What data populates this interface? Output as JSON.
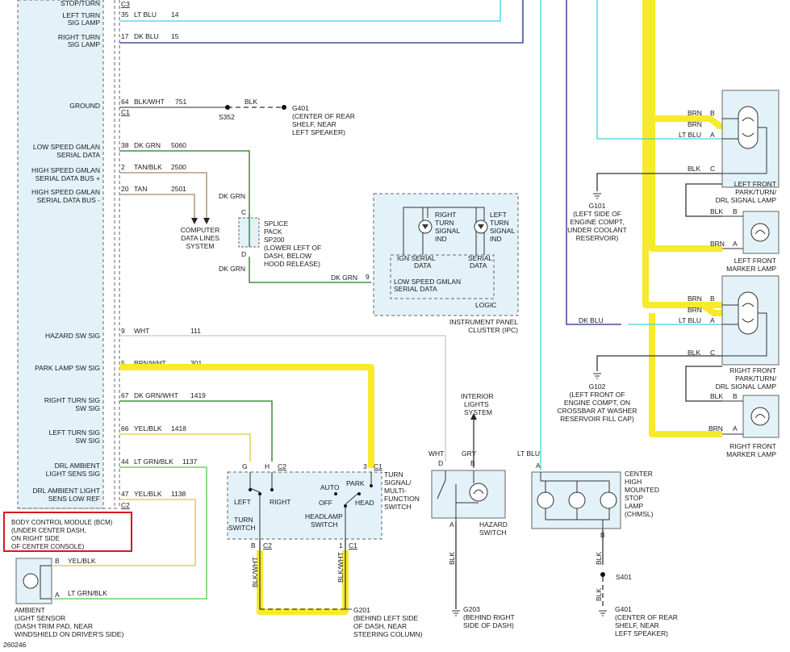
{
  "diagram_id": "260246",
  "bcm": {
    "lines": [
      "BODY CONTROL MODULE (BCM)",
      "(UNDER CENTER DASH,",
      "ON RIGHT SIDE",
      "OF CENTER CONSOLE)"
    ],
    "pins": [
      {
        "label1": "STOP/TURN",
        "label2": "",
        "pin": "",
        "color": "",
        "circuit": ""
      },
      {
        "label1": "LEFT TURN",
        "label2": "SIG LAMP",
        "pin": "35",
        "color": "LT BLU",
        "circuit": "14"
      },
      {
        "label1": "RIGHT TURN",
        "label2": "SIG LAMP",
        "pin": "17",
        "color": "DK BLU",
        "circuit": "15"
      },
      {
        "label1": "GROUND",
        "label2": "",
        "pin": "64",
        "color": "BLK/WHT",
        "circuit": "751"
      },
      {
        "label1": "LOW SPEED GMLAN",
        "label2": "SERIAL DATA",
        "pin": "38",
        "color": "DK GRN",
        "circuit": "5060"
      },
      {
        "label1": "HIGH SPEED GMLAN",
        "label2": "SERIAL DATA BUS +",
        "pin": "2",
        "color": "TAN/BLK",
        "circuit": "2500"
      },
      {
        "label1": "HIGH SPEED GMLAN",
        "label2": "SERIAL DATA BUS -",
        "pin": "20",
        "color": "TAN",
        "circuit": "2501"
      },
      {
        "label1": "HAZARD SW SIG",
        "label2": "",
        "pin": "9",
        "color": "WHT",
        "circuit": "111"
      },
      {
        "label1": "PARK LAMP SW SIG",
        "label2": "",
        "pin": "5",
        "color": "BRN/WHT",
        "circuit": "301"
      },
      {
        "label1": "RIGHT TURN SIG",
        "label2": "SW SIG",
        "pin": "67",
        "color": "DK GRN/WHT",
        "circuit": "1419"
      },
      {
        "label1": "LEFT TURN SIG",
        "label2": "SW SIG",
        "pin": "66",
        "color": "YEL/BLK",
        "circuit": "1418"
      },
      {
        "label1": "DRL AMBIENT",
        "label2": "LIGHT SENS SIG",
        "pin": "44",
        "color": "LT GRN/BLK",
        "circuit": "1137"
      },
      {
        "label1": "DRL AMBIENT LIGHT",
        "label2": "SENS LOW REF",
        "pin": "47",
        "color": "YEL/BLK",
        "circuit": "1138"
      }
    ],
    "connectors": [
      "C3",
      "C1",
      "C2"
    ]
  },
  "ground_top": {
    "wire_color": "BLK",
    "splice": "S352",
    "ground": "G401",
    "desc": [
      "(CENTER OF REAR",
      "SHELF, NEAR",
      "LEFT SPEAKER)"
    ]
  },
  "splice_pack": {
    "lines": [
      "SPLICE",
      "PACK",
      "SP200",
      "(LOWER LEFT OF",
      "DASH, BELOW",
      "HOOD RELEASE)"
    ],
    "pin_c": "C",
    "pin_d": "D",
    "wire_in": "DK GRN",
    "wire_out": "DK GRN"
  },
  "computer_data": [
    "COMPUTER",
    "DATA LINES",
    "SYSTEM"
  ],
  "ipc": {
    "title": [
      "INSTRUMENT PANEL",
      "CLUSTER (IPC)"
    ],
    "right_ind": [
      "RIGHT",
      "TURN",
      "SIGNAL",
      "IND"
    ],
    "left_ind": [
      "LEFT",
      "TURN",
      "SIGNAL",
      "IND"
    ],
    "ign_serial": [
      "IGN SERIAL",
      "DATA"
    ],
    "serial_data": [
      "SERIAL",
      "DATA"
    ],
    "low_speed": [
      "LOW SPEED GMLAN",
      "SERIAL DATA"
    ],
    "logic": "LOGIC",
    "wire": "DK GRN",
    "pin": "9"
  },
  "turn_switch": {
    "title": [
      "TURN",
      "SIGNAL/",
      "MULTI-",
      "FUNCTION",
      "SWITCH"
    ],
    "left": "LEFT",
    "right": "RIGHT",
    "turn_sw": [
      "TURN",
      "SWITCH"
    ],
    "auto": "AUTO",
    "park": "PARK",
    "off": "OFF",
    "head": "HEAD",
    "headlamp": [
      "HEADLAMP",
      "SWITCH"
    ],
    "pins": {
      "g": "G",
      "h": "H",
      "c2": "C2",
      "p3": "3",
      "c1": "C1",
      "b": "B",
      "bc2": "C2",
      "one": "1",
      "one_c1": "C1"
    },
    "wire": "BLK/WHT"
  },
  "g201": {
    "name": "G201",
    "desc": [
      "(BEHIND LEFT SIDE",
      "OF DASH, NEAR",
      "STEERING COLUMN)"
    ]
  },
  "hazard": {
    "label": [
      "HAZARD",
      "SWITCH"
    ],
    "pins": {
      "d": "D",
      "b": "B",
      "a": "A"
    },
    "wht": "WHT",
    "gry": "GRY",
    "blk": "BLK",
    "interior": [
      "INTERIOR",
      "LIGHTS",
      "SYSTEM"
    ],
    "ground": "G203",
    "gdesc": [
      "(BEHIND RIGHT",
      "SIDE OF DASH)"
    ]
  },
  "chmsl": {
    "title": [
      "CENTER",
      "HIGH",
      "MOUNTED",
      "STOP",
      "LAMP",
      "(CHMSL)"
    ],
    "wire_top": "LT BLU",
    "pin_a": "A",
    "pin_b": "B",
    "wire_bot": "BLK",
    "splice": "S401",
    "ground": "G401",
    "gdesc": [
      "(CENTER OF REAR",
      "SHELF, NEAR",
      "LEFT SPEAKER)"
    ]
  },
  "left_front": {
    "lamp": [
      "LEFT FRONT",
      "PARK/TURN/",
      "DRL SIGNAL LAMP"
    ],
    "marker": [
      "LEFT FRONT",
      "MARKER LAMP"
    ],
    "w_brn1": "BRN",
    "w_brn2": "BRN",
    "w_ltblu": "LT BLU",
    "w_blk": "BLK",
    "w_blk2": "BLK",
    "w_brn3": "BRN",
    "p_b": "B",
    "p_a": "A",
    "p_c": "C",
    "p_b2": "B",
    "p_a2": "A",
    "ground": "G101",
    "gdesc": [
      "(LEFT SIDE OF",
      "ENGINE COMPT,",
      "UNDER COOLANT",
      "RESERVOIR)"
    ]
  },
  "right_front": {
    "lamp": [
      "RIGHT FRONT",
      "PARK/TURN/",
      "DRL SIGNAL LAMP"
    ],
    "marker": [
      "RIGHT FRONT",
      "MARKER LAMP"
    ],
    "w_brn1": "BRN",
    "w_brn2": "BRN",
    "w_ltblu": "LT BLU",
    "w_dkblu": "DK BLU",
    "w_blk": "BLK",
    "w_blk2": "BLK",
    "w_brn3": "BRN",
    "p_b": "B",
    "p_a": "A",
    "p_c": "C",
    "p_b2": "B",
    "p_a2": "A",
    "ground": "G102",
    "gdesc": [
      "(LEFT FRONT OF",
      "ENGINE COMPT, ON",
      "CROSSBAR AT WASHER",
      "RESERVOIR FILL CAP)"
    ]
  },
  "ambient": {
    "label": [
      "AMBIENT",
      "LIGHT SENSOR",
      "(DASH TRIM PAD, NEAR",
      "WINDSHIELD ON DRIVER'S SIDE)"
    ],
    "pin_b": "B",
    "pin_a": "A",
    "w_b": "YEL/BLK",
    "w_a": "LT GRN/BLK"
  },
  "colors": {
    "highlight": "#f7ea2a",
    "lt_blu": "#3fd4e0",
    "dk_blu": "#1c2d80",
    "dk_grn": "#1f7a1f",
    "tan": "#a08a62",
    "yel": "#d9c73a",
    "lt_grn": "#4ec94e",
    "blk": "#333333",
    "box_fill": "#e3f2f9",
    "red_box": "#d7191c"
  }
}
